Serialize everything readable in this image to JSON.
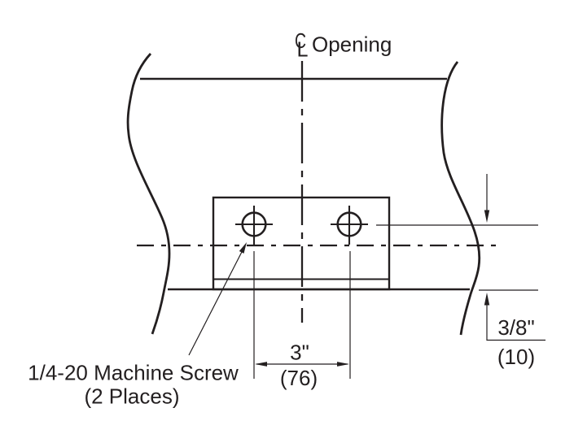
{
  "drawing": {
    "colors": {
      "ink": "#231f20",
      "background": "#ffffff"
    },
    "opening_centerline": {
      "symbol_c": "C",
      "symbol_l": "L",
      "label": "Opening"
    },
    "screw_note": {
      "line1": "1/4-20 Machine Screw",
      "line2": "(2 Places)"
    },
    "hole_spacing_dimension": {
      "imperial": "3\"",
      "metric": "(76)"
    },
    "edge_offset_dimension": {
      "imperial": "3/8\"",
      "metric": "(10)"
    }
  }
}
